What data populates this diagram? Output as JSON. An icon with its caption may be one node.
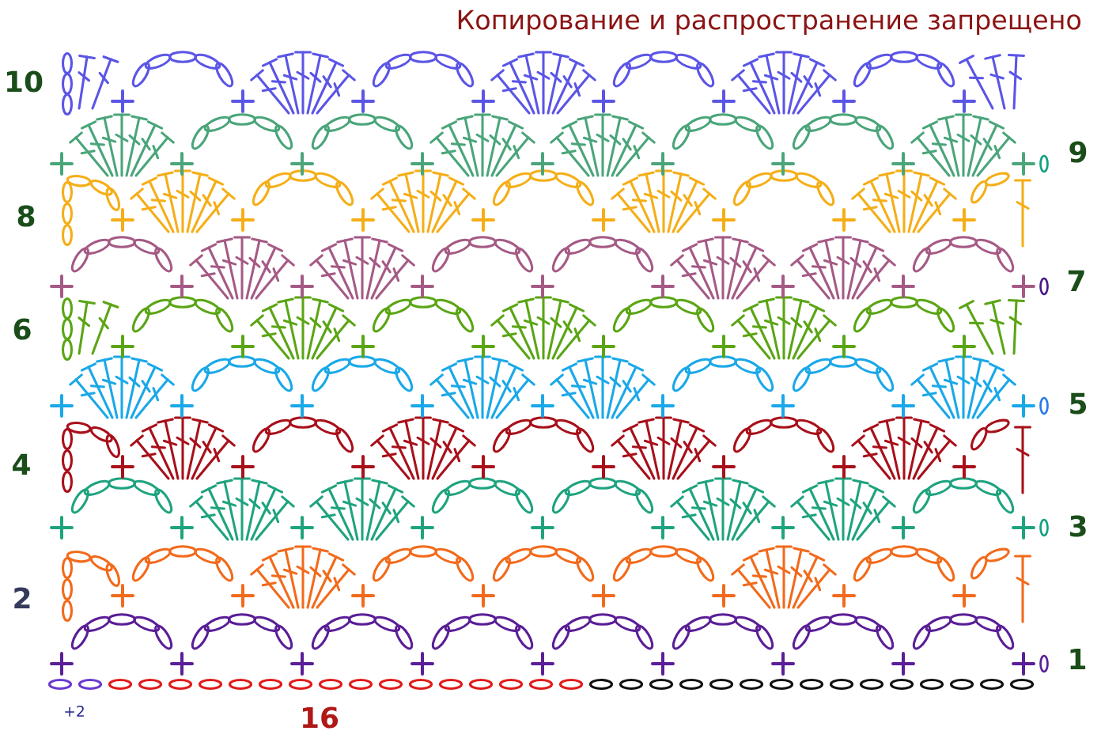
{
  "diagram": {
    "title": "Копирование и распространение запрещено",
    "labels": [
      "10",
      "9",
      "8",
      "7",
      "6",
      "5",
      "4",
      "3",
      "2",
      "1",
      "+2",
      "16"
    ]
  }
}
